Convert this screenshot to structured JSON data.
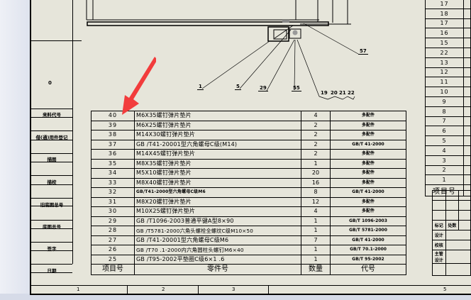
{
  "drawing": {
    "left_block_labels": [
      "借(通)用件登记",
      "描图",
      "描校",
      "旧底图总号",
      "底图总号",
      "签字",
      "日期"
    ],
    "left_top_label": "来料代号",
    "left_mid_mark": "0",
    "balloons": [
      "1",
      "5",
      "29",
      "55",
      "19",
      "20",
      "21",
      "22",
      "57"
    ]
  },
  "bom": {
    "headers": {
      "item_no": "项目号",
      "part_no": "零件号",
      "qty": "数量",
      "remark": "代号"
    },
    "rows": [
      {
        "no": "40",
        "name": "M6X35螺钉弹片垫片",
        "qty": "4",
        "remark": "多配件"
      },
      {
        "no": "39",
        "name": "M6X25螺钉弹片垫片",
        "qty": "2",
        "remark": "多配件"
      },
      {
        "no": "38",
        "name": "M14X30螺钉弹片垫片",
        "qty": "2",
        "remark": "多配件"
      },
      {
        "no": "37",
        "name": "GB /T41-20001型六角螺母C级(M14)",
        "qty": "2",
        "remark": "GB/T 41-2000"
      },
      {
        "no": "36",
        "name": "M14X45螺钉弹片垫片",
        "qty": "2",
        "remark": "多配件"
      },
      {
        "no": "35",
        "name": "M8X35螺钉弹片垫片",
        "qty": "1",
        "remark": "多配件"
      },
      {
        "no": "34",
        "name": "M5X10螺钉弹片垫片",
        "qty": "20",
        "remark": "多配件"
      },
      {
        "no": "33",
        "name": "M8X40螺钉弹片垫片",
        "qty": "16",
        "remark": "多配件"
      },
      {
        "no": "32",
        "name": "GB/T41-2000型六角螺母C级M6",
        "qty": "8",
        "remark": "GB/T 41-2000"
      },
      {
        "no": "31",
        "name": "M8X20螺钉弹片垫片",
        "qty": "12",
        "remark": "多配件"
      },
      {
        "no": "30",
        "name": "M10X25螺钉弹片垫片",
        "qty": "4",
        "remark": "多配件"
      },
      {
        "no": "29",
        "name": "GB /T1096-2003普通平键A型8×90",
        "qty": "1",
        "remark": "GB/T 1096-2003"
      },
      {
        "no": "28",
        "name": "GB /T5781-2000六角头螺栓全螺纹C级M10×50",
        "qty": "1",
        "remark": "GB/T 5781-2000"
      },
      {
        "no": "27",
        "name": "GB /T41-20001型六角螺母C级M6",
        "qty": "7",
        "remark": "GB/T 41-2000"
      },
      {
        "no": "26",
        "name": "GB /T70 .1-2000内六角圆柱头螺钉M6×40",
        "qty": "1",
        "remark": "GB/T 70.1-2000"
      },
      {
        "no": "25",
        "name": "GB /T95-2002平垫圈C级6×1 .6",
        "qty": "1",
        "remark": "GB/T 95-2002"
      }
    ]
  },
  "right_bom": {
    "rows": [
      "17",
      "18",
      "17",
      "16",
      "15",
      "22",
      "13",
      "12",
      "11",
      "10",
      "9",
      "8",
      "7",
      "6",
      "5",
      "4",
      "3",
      "2",
      "1"
    ],
    "header": "项目号"
  },
  "title_block": {
    "labels": [
      "标记",
      "处数",
      "设计",
      "校核",
      "主管设计"
    ]
  },
  "zone_bar": [
    "1",
    "2",
    "3",
    "",
    "5"
  ],
  "annotation": {
    "arrow_color": "#f23c3c"
  }
}
